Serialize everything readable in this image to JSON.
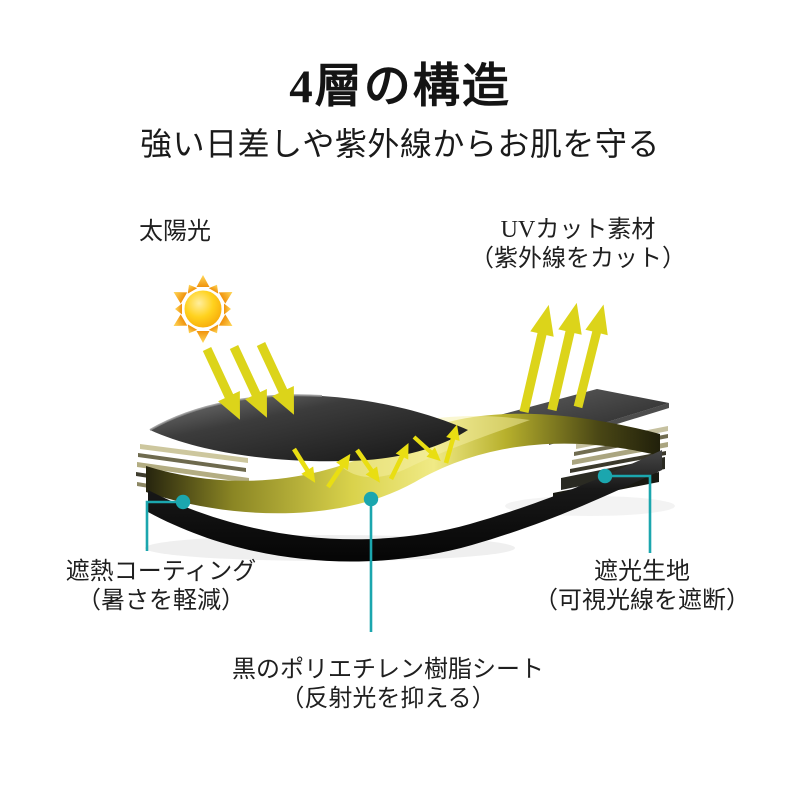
{
  "page": {
    "title": "4層の構造",
    "subtitle": "強い日差しや紫外線からお肌を守る"
  },
  "labels": {
    "sunlight": "太陽光",
    "uv_material": {
      "line1": "UVカット素材",
      "line2": "（紫外線をカット）"
    },
    "heat_coating": {
      "line1": "遮熱コーティング",
      "line2": "（暑さを軽減）"
    },
    "shading_fabric": {
      "line1": "遮光生地",
      "line2": "（可視光線を遮断）"
    },
    "black_sheet": {
      "line1": "黒のポリエチレン樹脂シート",
      "line2": "（反射光を抑える）"
    }
  },
  "icons": {
    "sun": "sun-icon",
    "sunlight_arrows": "arrow-down-right-icon",
    "uv_reflect_arrows": "arrow-up-icon",
    "light_bounce_arrows": "zigzag-arrow-icon",
    "callout_dot": "dot-marker-icon"
  },
  "colors": {
    "accent_teal": "#1ba6ae",
    "arrow_yellow": "#dcd41a",
    "bounce_yellow": "#e9de12",
    "sun_orange": "#f49b00",
    "sun_yellow": "#ffd21e",
    "text": "#1e1e1e",
    "background": "#ffffff"
  }
}
